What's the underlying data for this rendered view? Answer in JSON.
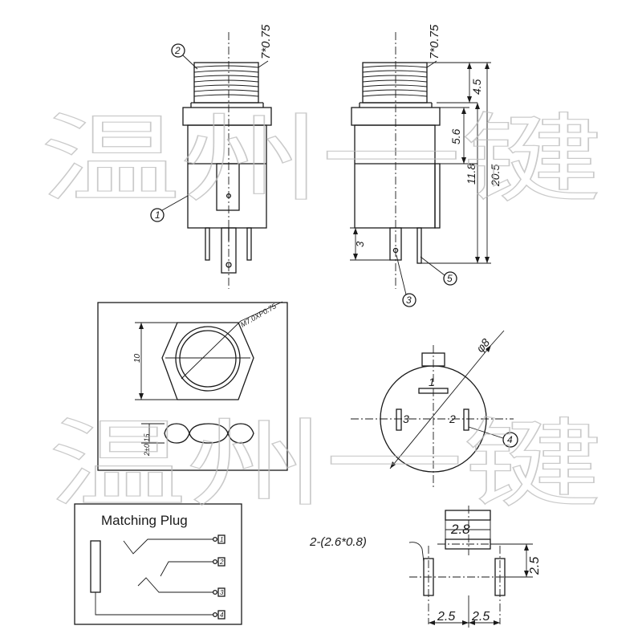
{
  "watermark": {
    "text": "温州一键"
  },
  "front_view": {
    "thread_label": "7*0.75",
    "callout_2": "2",
    "callout_1": "1"
  },
  "side_view": {
    "thread_label": "7*0.75",
    "dim_4_5": "4.5",
    "dim_5_6": "5.6",
    "dim_11_8": "11.8",
    "dim_20_5": "20.5",
    "dim_3": "3",
    "callout_3": "3",
    "callout_5": "5"
  },
  "top_view": {
    "thread_label": "M7.0XP0.75",
    "dim_10": "10",
    "dim_2": "2±0.15"
  },
  "pin_view": {
    "diameter": "φ8",
    "pin_1": "1",
    "pin_2": "2",
    "pin_3": "3",
    "callout_4": "4"
  },
  "matching_plug": {
    "title": "Matching Plug",
    "terminals": [
      "1",
      "2",
      "3",
      "4"
    ]
  },
  "footprint": {
    "slot_label": "2-(2.6*0.8)",
    "dim_2_8": "2.8",
    "dim_2_5_vertical": "2.5",
    "dim_2_5_left": "2.5",
    "dim_2_5_right": "2.5"
  }
}
